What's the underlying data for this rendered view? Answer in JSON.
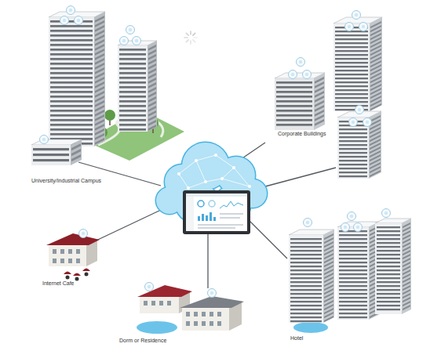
{
  "diagram": {
    "nodes": [
      {
        "text": [
          "University/Industrial Campus"
        ]
      },
      {
        "text": [
          "Corporate Buildings"
        ]
      },
      {
        "text": [
          "Internet Cafe"
        ]
      },
      {
        "text": [
          "Dorm or Residence"
        ]
      },
      {
        "text": [
          "Hotel"
        ]
      }
    ]
  }
}
